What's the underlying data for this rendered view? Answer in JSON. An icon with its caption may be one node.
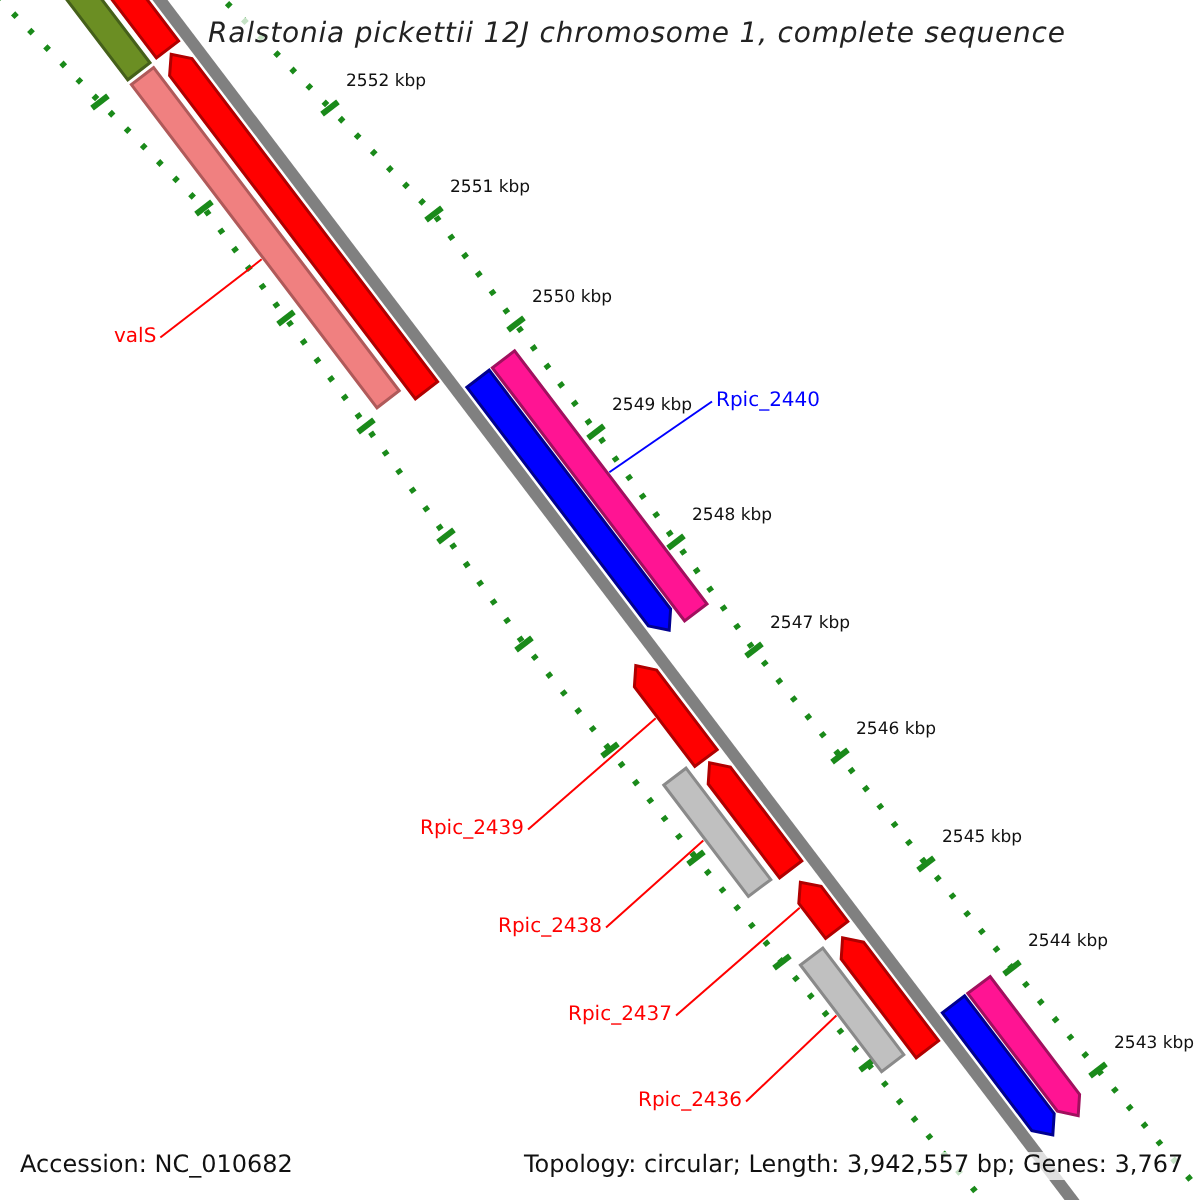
{
  "diagram": {
    "title": "Ralstonia pickettii 12J chromosome 1, complete sequence",
    "nodes": [
      {
        "text": [],
        "shape": "bar"
      },
      {
        "text": [],
        "shape": "bar"
      },
      {
        "text": [
          "valS"
        ]
      },
      {
        "text": [],
        "shape": "bar"
      },
      {
        "text": [],
        "shape": "arrow"
      },
      {
        "text": [],
        "shape": "arrow"
      },
      {
        "text": [],
        "shape": "bar"
      },
      {
        "text": [
          "Rpic_2440"
        ]
      },
      {
        "text": [],
        "shape": "arrow"
      },
      {
        "text": [
          "Rpic_2439"
        ]
      },
      {
        "text": [],
        "shape": "bar"
      },
      {
        "text": [],
        "shape": "arrow"
      },
      {
        "text": [
          "Rpic_2438"
        ]
      },
      {
        "text": [],
        "shape": "arrow"
      },
      {
        "text": [
          "Rpic_2437"
        ]
      },
      {
        "text": [],
        "shape": "bar"
      },
      {
        "text": [],
        "shape": "arrow"
      },
      {
        "text": [
          "Rpic_2436"
        ]
      },
      {
        "text": [],
        "shape": "arrow"
      },
      {
        "text": [],
        "shape": "arrow"
      }
    ],
    "edges": [
      {
        "from": 2,
        "to": 3,
        "arrow": "none"
      },
      {
        "from": 7,
        "to": 6,
        "arrow": "none",
        "color": "#0000ff"
      },
      {
        "from": 9,
        "to": 8,
        "arrow": "none"
      },
      {
        "from": 12,
        "to": 10,
        "arrow": "none"
      },
      {
        "from": 14,
        "to": 13,
        "arrow": "none"
      },
      {
        "from": 17,
        "to": 15,
        "arrow": "none"
      }
    ],
    "labels": [
      "2552 kbp",
      "2551 kbp",
      "2550 kbp",
      "2549 kbp",
      "2548 kbp",
      "2547 kbp",
      "2546 kbp",
      "2545 kbp",
      "2544 kbp",
      "2543 kbp",
      "Accession: NC_010682",
      "Topology: circular; Length: 3,942,557 bp; Genes: 3,767"
    ]
  }
}
